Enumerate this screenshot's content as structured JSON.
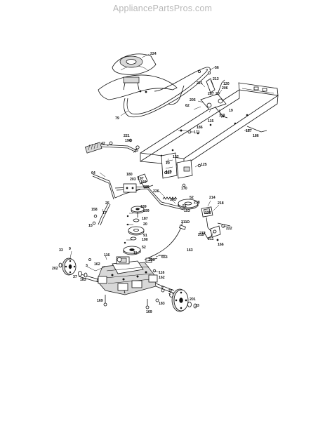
{
  "watermark": "AppliancePartsPros.com",
  "parts": [
    {
      "id": "p224",
      "text": "224"
    },
    {
      "id": "p56",
      "text": "56"
    },
    {
      "id": "p221a",
      "text": "221"
    },
    {
      "id": "p213",
      "text": "213"
    },
    {
      "id": "p287",
      "text": "287"
    },
    {
      "id": "p20",
      "text": "20"
    },
    {
      "id": "p206",
      "text": "206"
    },
    {
      "id": "p120",
      "text": "120"
    },
    {
      "id": "p205",
      "text": "205"
    },
    {
      "id": "p62",
      "text": "62"
    },
    {
      "id": "p119",
      "text": "119"
    },
    {
      "id": "p115",
      "text": "115"
    },
    {
      "id": "p19",
      "text": "19"
    },
    {
      "id": "p186a",
      "text": "186"
    },
    {
      "id": "p171",
      "text": "171"
    },
    {
      "id": "p187a",
      "text": "187"
    },
    {
      "id": "p186b",
      "text": "186"
    },
    {
      "id": "p79",
      "text": "79"
    },
    {
      "id": "p221b",
      "text": "221"
    },
    {
      "id": "p194",
      "text": "194"
    },
    {
      "id": "p42",
      "text": "42"
    },
    {
      "id": "p35",
      "text": "35"
    },
    {
      "id": "p132",
      "text": "132"
    },
    {
      "id": "p10",
      "text": "10"
    },
    {
      "id": "p125a",
      "text": "125"
    },
    {
      "id": "p125b",
      "text": "125"
    },
    {
      "id": "p64",
      "text": "64"
    },
    {
      "id": "p180",
      "text": "180"
    },
    {
      "id": "p203",
      "text": "203"
    },
    {
      "id": "p197",
      "text": "197"
    },
    {
      "id": "p227",
      "text": "227"
    },
    {
      "id": "p160",
      "text": "160"
    },
    {
      "id": "p188",
      "text": "188"
    },
    {
      "id": "p226",
      "text": "226"
    },
    {
      "id": "p170",
      "text": "170"
    },
    {
      "id": "p161",
      "text": "161"
    },
    {
      "id": "p52a",
      "text": "52"
    },
    {
      "id": "p214",
      "text": "214"
    },
    {
      "id": "p238",
      "text": "238"
    },
    {
      "id": "p218",
      "text": "218"
    },
    {
      "id": "p25",
      "text": "25"
    },
    {
      "id": "p17",
      "text": "17"
    },
    {
      "id": "p189",
      "text": "189"
    },
    {
      "id": "p158",
      "text": "158"
    },
    {
      "id": "p15",
      "text": "15"
    },
    {
      "id": "p199",
      "text": "199"
    },
    {
      "id": "p51",
      "text": "51"
    },
    {
      "id": "p153",
      "text": "153"
    },
    {
      "id": "p125c",
      "text": "125"
    },
    {
      "id": "p211a",
      "text": "211"
    },
    {
      "id": "p212",
      "text": "212"
    },
    {
      "id": "p222",
      "text": "222"
    },
    {
      "id": "p187b",
      "text": "187"
    },
    {
      "id": "p20b",
      "text": "20"
    },
    {
      "id": "p91",
      "text": "91"
    },
    {
      "id": "p190",
      "text": "190"
    },
    {
      "id": "p52b",
      "text": "52"
    },
    {
      "id": "p215",
      "text": "215"
    },
    {
      "id": "p211b",
      "text": "211"
    },
    {
      "id": "p166",
      "text": "166"
    },
    {
      "id": "p11",
      "text": "11"
    },
    {
      "id": "p163",
      "text": "163"
    },
    {
      "id": "p653",
      "text": "653"
    },
    {
      "id": "p33a",
      "text": "33"
    },
    {
      "id": "p9",
      "text": "9"
    },
    {
      "id": "p116a",
      "text": "116"
    },
    {
      "id": "p223",
      "text": "223"
    },
    {
      "id": "p202",
      "text": "202"
    },
    {
      "id": "p162a",
      "text": "162"
    },
    {
      "id": "p3",
      "text": "3"
    },
    {
      "id": "p37a",
      "text": "37"
    },
    {
      "id": "p183a",
      "text": "183"
    },
    {
      "id": "p116b",
      "text": "116"
    },
    {
      "id": "p162b",
      "text": "162"
    },
    {
      "id": "p1",
      "text": "1"
    },
    {
      "id": "p2",
      "text": "2"
    },
    {
      "id": "p37b",
      "text": "37"
    },
    {
      "id": "p169a",
      "text": "169"
    },
    {
      "id": "p169b",
      "text": "169"
    },
    {
      "id": "p183b",
      "text": "183"
    },
    {
      "id": "p201",
      "text": "201"
    },
    {
      "id": "p33b",
      "text": "33"
    }
  ]
}
